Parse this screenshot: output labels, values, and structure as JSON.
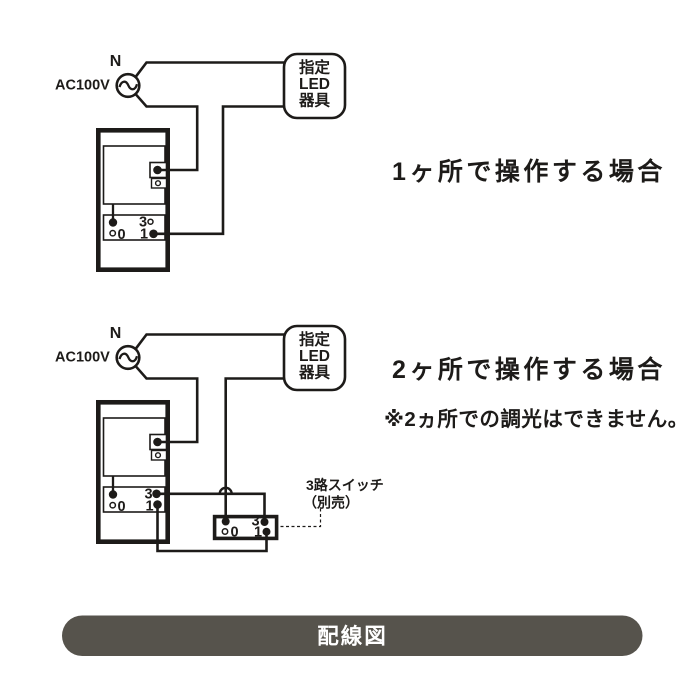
{
  "colors": {
    "line": "#1d1b19",
    "pill_bg": "#56534c",
    "pill_text": "#ffffff"
  },
  "diagram1": {
    "heading": "1ヶ所で操作する場合",
    "source": {
      "neutral": "N",
      "label": "AC100V"
    },
    "led_box": {
      "line1": "指定",
      "line2": "LED",
      "line3": "器具"
    },
    "dimmer": {
      "t3": "3",
      "t1": "1",
      "t0": "0"
    }
  },
  "diagram2": {
    "heading": "2ヶ所で操作する場合",
    "note": "※2ヵ所での調光はできません。",
    "source": {
      "neutral": "N",
      "label": "AC100V"
    },
    "led_box": {
      "line1": "指定",
      "line2": "LED",
      "line3": "器具"
    },
    "dimmer": {
      "t3": "3",
      "t1": "1",
      "t0": "0"
    },
    "three_way_switch": {
      "label1": "3路スイッチ",
      "label2": "（別売）",
      "t3": "3",
      "t1": "1",
      "t0": "0"
    }
  },
  "footer": {
    "caption": "配線図"
  }
}
